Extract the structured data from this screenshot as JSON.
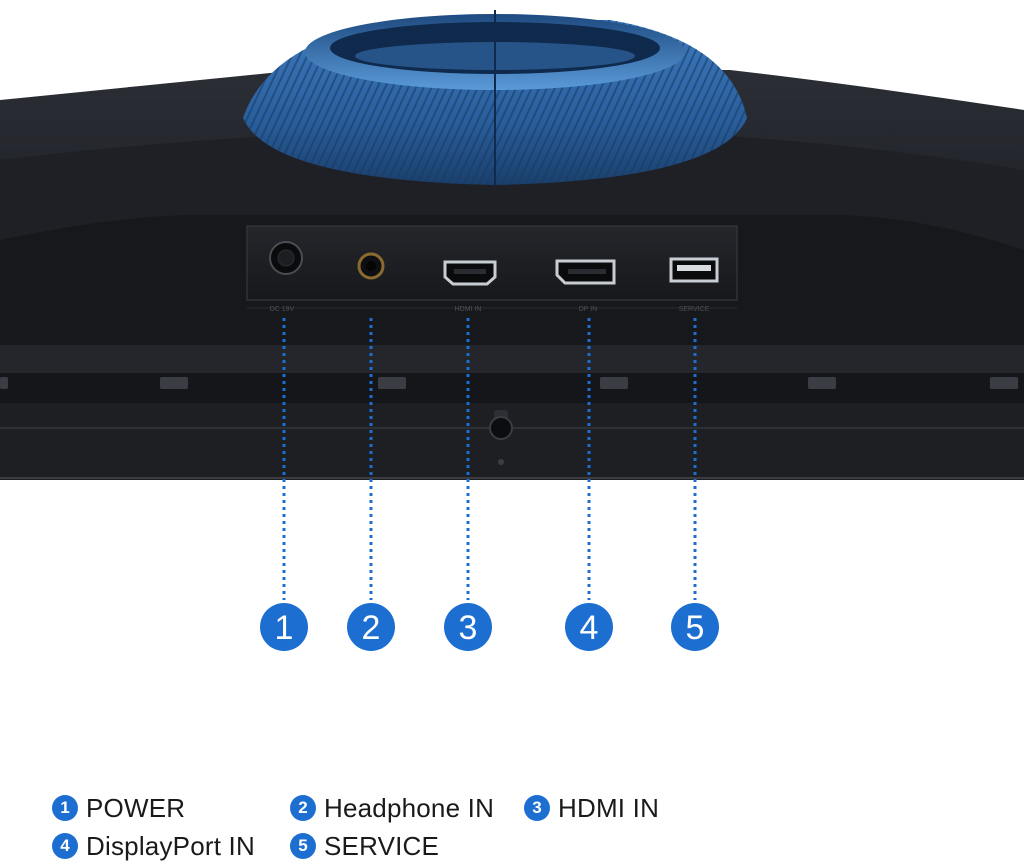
{
  "accent_color": "#1c6fd1",
  "ports": [
    {
      "number": "1",
      "port_icon": "dc-power-jack-icon",
      "print": "DC 19V"
    },
    {
      "number": "2",
      "port_icon": "headphone-jack-icon",
      "print": ""
    },
    {
      "number": "3",
      "port_icon": "hdmi-port-icon",
      "print": "HDMI IN"
    },
    {
      "number": "4",
      "port_icon": "displayport-port-icon",
      "print": "DP IN"
    },
    {
      "number": "5",
      "port_icon": "usb-port-icon",
      "print": "SERVICE"
    }
  ],
  "legend": [
    {
      "number": "1",
      "label": "POWER"
    },
    {
      "number": "2",
      "label": "Headphone IN"
    },
    {
      "number": "3",
      "label": "HDMI IN"
    },
    {
      "number": "4",
      "label": "DisplayPort IN"
    },
    {
      "number": "5",
      "label": "SERVICE"
    }
  ]
}
